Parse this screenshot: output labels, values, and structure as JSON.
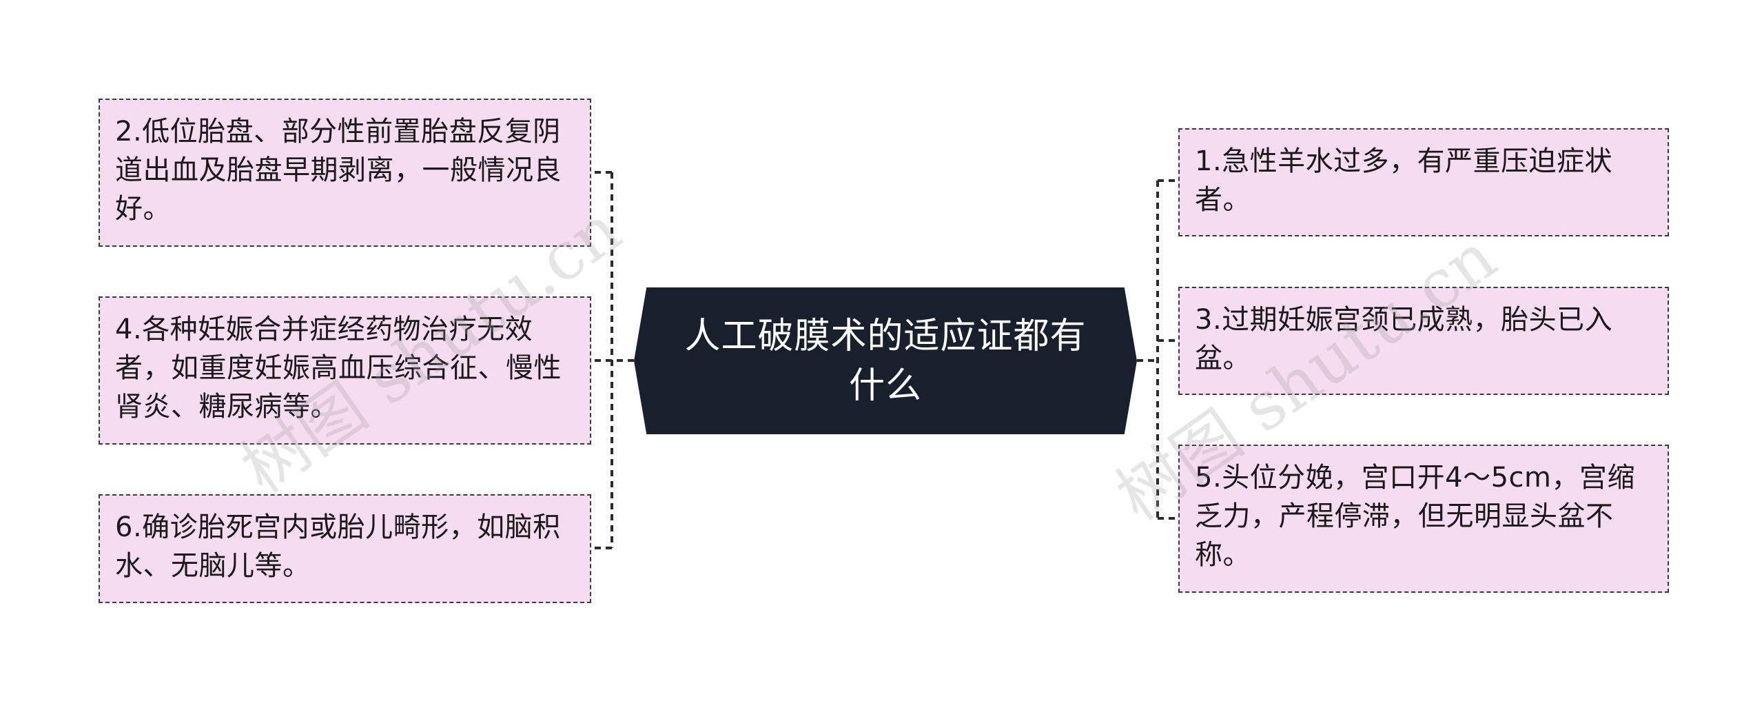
{
  "center": {
    "text": "人工破膜术的适应证都有什么"
  },
  "left_nodes": [
    {
      "id": "node-2",
      "text": "2.低位胎盘、部分性前置胎盘反复阴道出血及胎盘早期剥离，一般情况良好。"
    },
    {
      "id": "node-4",
      "text": "4.各种妊娠合并症经药物治疗无效者，如重度妊娠高血压综合征、慢性肾炎、糖尿病等。"
    },
    {
      "id": "node-6",
      "text": "6.确诊胎死宫内或胎儿畸形，如脑积水、无脑儿等。"
    }
  ],
  "right_nodes": [
    {
      "id": "node-1",
      "text": "1.急性羊水过多，有严重压迫症状者。"
    },
    {
      "id": "node-3",
      "text": "3.过期妊娠宫颈已成熟，胎头已入盆。"
    },
    {
      "id": "node-5",
      "text": "5.头位分娩，宫口开4～5cm，宫缩乏力，产程停滞，但无明显头盆不称。"
    }
  ],
  "watermarks": [
    "树图 shutu.cn",
    "树图 shutu.cn"
  ],
  "colors": {
    "center_bg": "#18202d",
    "node_bg": "#f6dcf0",
    "node_border": "#3a3a3a",
    "connector": "#2b2b2b"
  }
}
